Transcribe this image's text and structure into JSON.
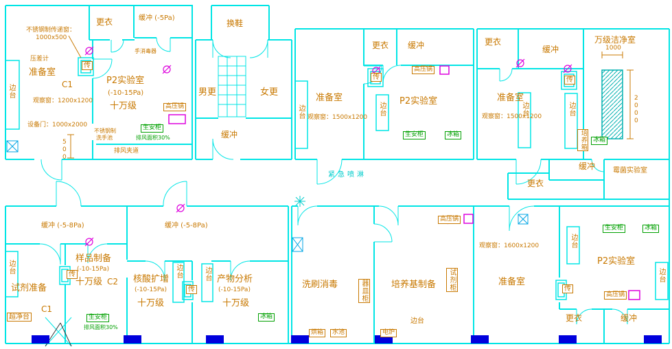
{
  "common": {
    "side_bench": "边台",
    "pass_box": "传",
    "buffer": "缓冲",
    "changing": "更衣",
    "prep_room": "准备室",
    "p2_lab": "P2实验室",
    "pressure_10_15": "(-10-15Pa)",
    "class_100k": "十万级",
    "autoclave": "高压锅",
    "biosafety_cabinet": "生安柜",
    "fridge": "冰箱",
    "exhaust_area_note": "排风面积30%"
  },
  "suite_top_left": {
    "steel_note_line1": "不锈钢制传递窗：",
    "steel_note_line2": "1000x500",
    "pressure_gauge": "压差计",
    "room_code": "C1",
    "observation_window": "观察窗：1200x1200",
    "equipment_door": "设备门：1000x2000",
    "buffer_pressure": "缓冲 (-5Pa)",
    "hand_sanitizer": "手消毒器",
    "steel_sink_line1": "不锈钢制",
    "steel_sink_line2": "洗手池",
    "exhaust_duct": "排风夹道",
    "dim_500": "500"
  },
  "entry_block": {
    "shoe_change": "换鞋",
    "men_changing": "男更",
    "women_changing": "女更"
  },
  "suite_top_middle": {
    "observation_window": "观察窗：1500x1200"
  },
  "suite_top_right": {
    "clean_room_10k": "万级洁净室",
    "dim_1000": "1000",
    "dim_2000": "2000",
    "observation_window": "观察窗：1500x1200",
    "incubator": "培养箱",
    "mold_lab": "霉菌实验室"
  },
  "corridor": {
    "emergency_shower": "紧急喷淋"
  },
  "suite_bottom_left": {
    "buffer_pressure": "缓冲 (-5-8Pa)",
    "reagent_prep": "试剂准备",
    "room_code_c1": "C1",
    "clean_bench": "超净台",
    "sample_prep": "样品制备",
    "room_code_c2": "C2",
    "pcr_room": "核酸扩增",
    "analysis_room": "产物分析"
  },
  "bottom_middle": {
    "washing_room": "洗刷消毒",
    "vessel_cabinet": "器皿柜",
    "oven": "烘箱",
    "sink": "水池",
    "media_prep": "培养基制备",
    "reagent_cabinet": "试剂柜",
    "electric_stove": "电炉"
  },
  "suite_bottom_right": {
    "observation_window": "观察窗：1600x1200"
  },
  "colors": {
    "wall": "#00e5e5",
    "annotation": "#c87800",
    "safety_green": "#00a000",
    "drain_magenta": "#dd00dd",
    "column_blue": "#0000dd"
  }
}
